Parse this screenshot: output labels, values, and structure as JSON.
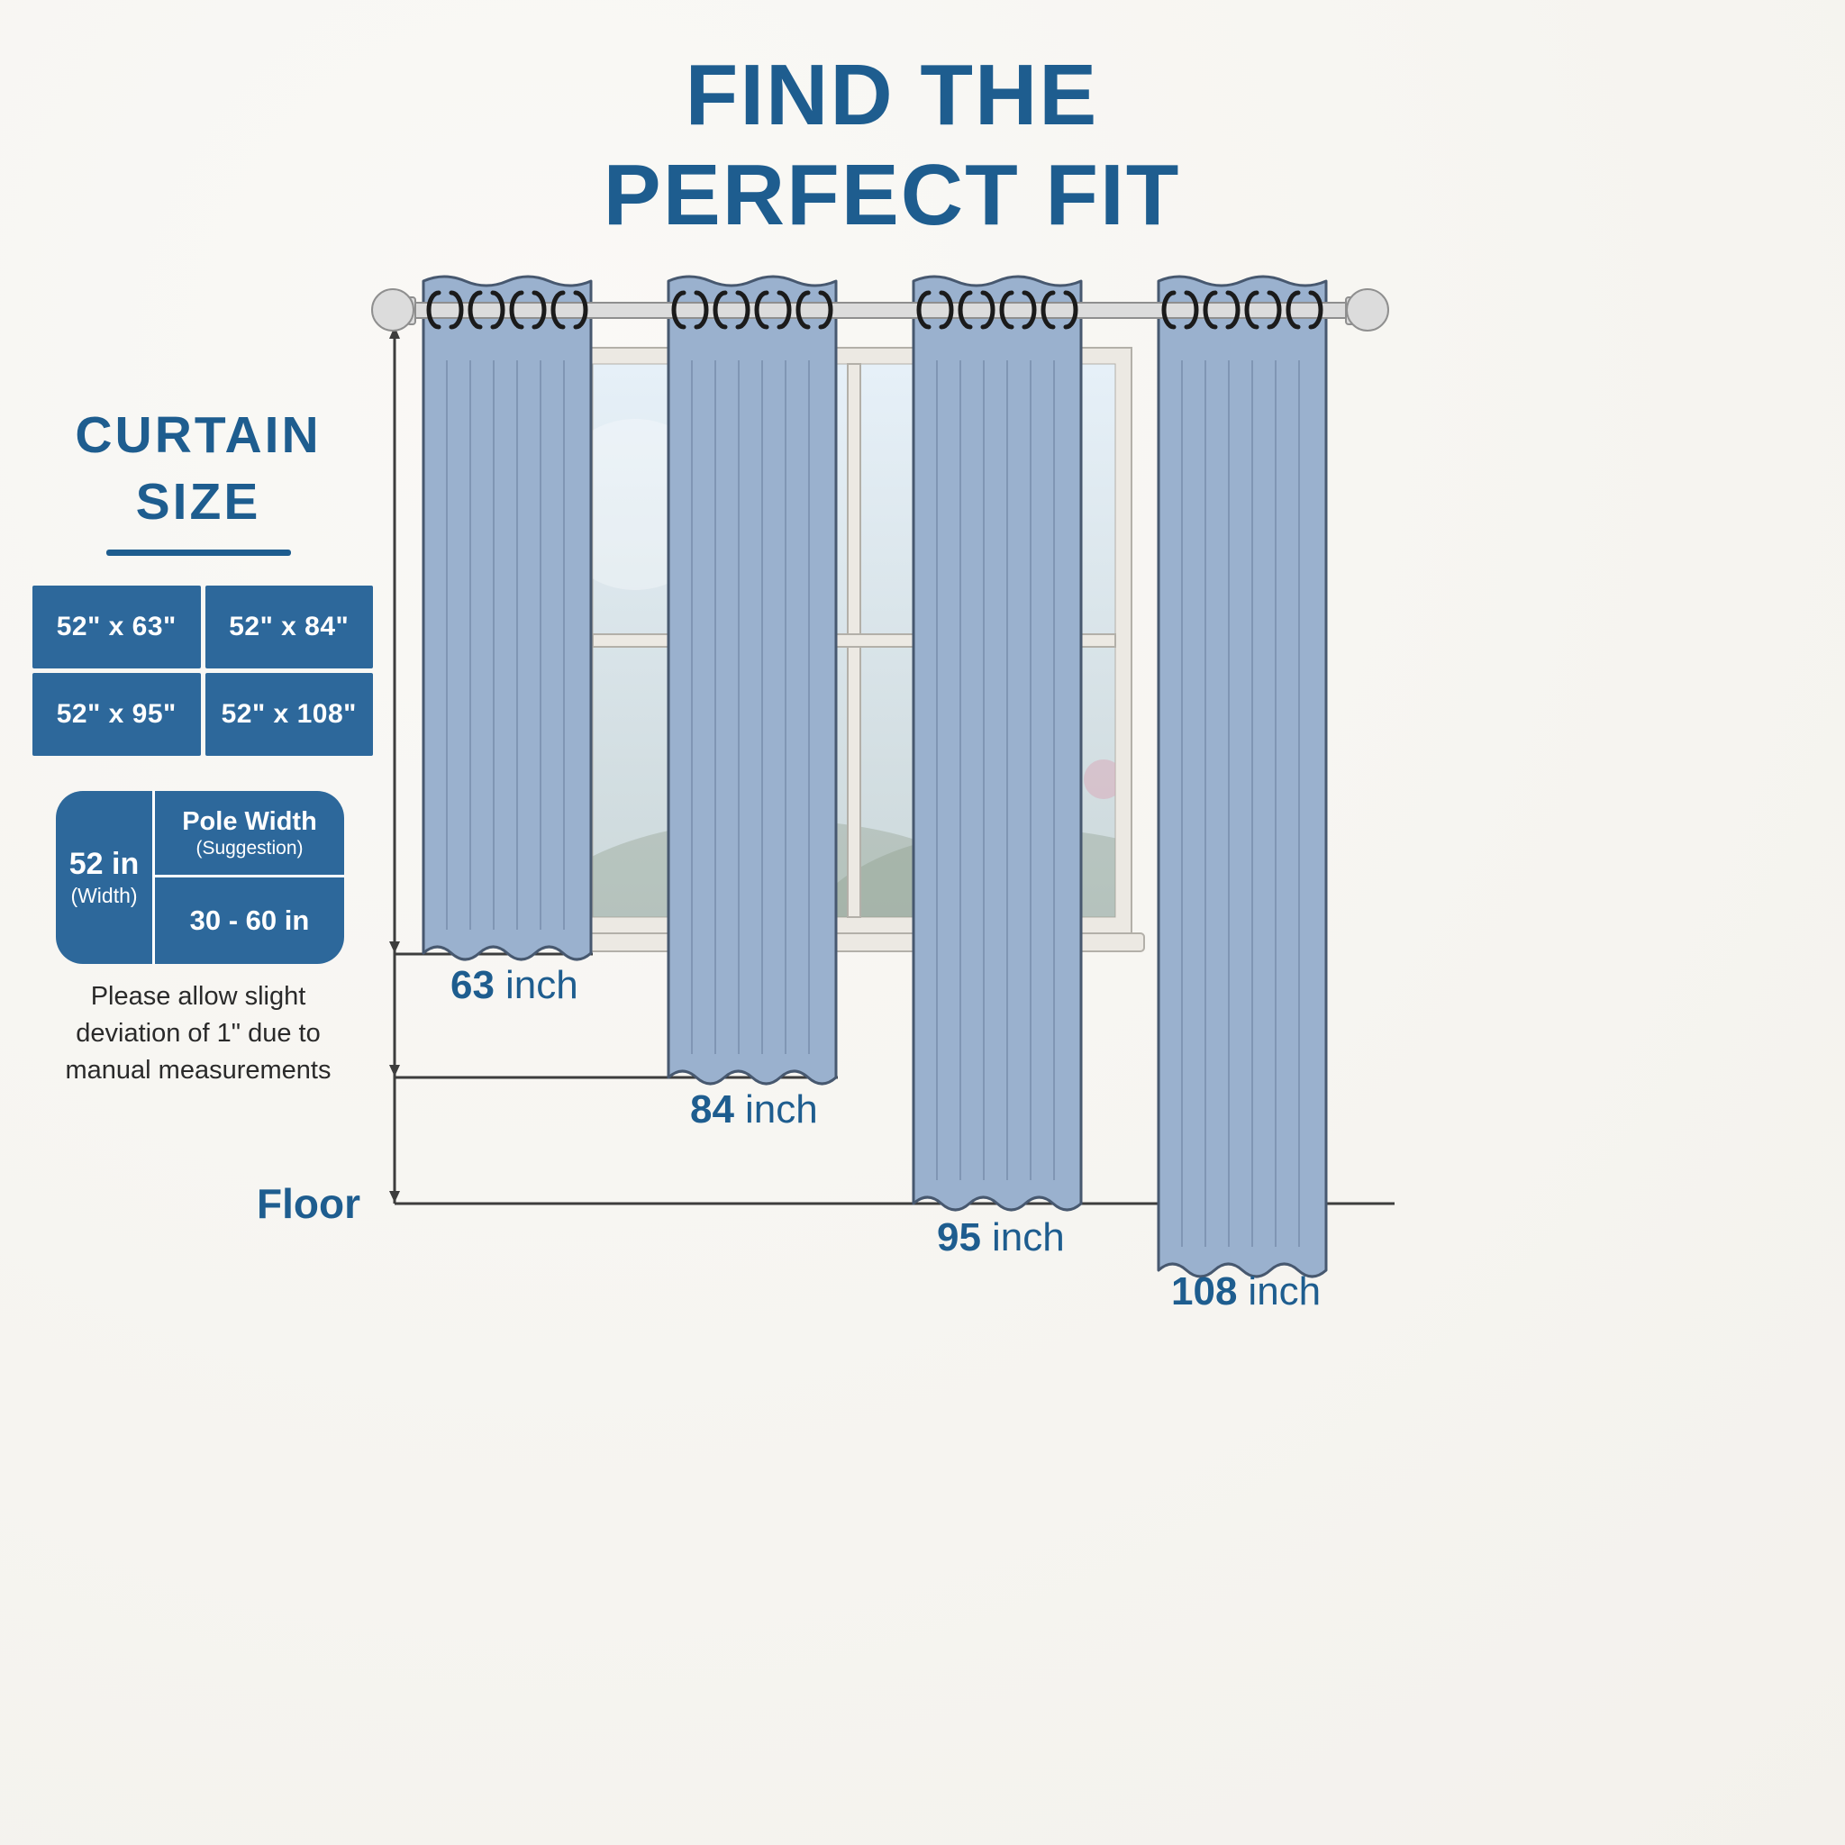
{
  "title": {
    "line1": "FIND THE",
    "line2": "PERFECT FIT"
  },
  "sidebar": {
    "heading_line1": "CURTAIN",
    "heading_line2": "SIZE",
    "size_table": {
      "cells": [
        "52\" x 63\"",
        "52\" x 84\"",
        "52\" x 95\"",
        "52\" x 108\""
      ]
    },
    "pole_box": {
      "width_value": "52 in",
      "width_label": "(Width)",
      "pole_width_title": "Pole Width",
      "pole_width_subtitle": "(Suggestion)",
      "pole_width_range": "30 - 60 in"
    },
    "note": {
      "line1": "Please allow slight",
      "line2": "deviation of 1\" due to",
      "line3": "manual measurements"
    }
  },
  "diagram": {
    "floor_label": "Floor",
    "measurements": [
      {
        "value": "63",
        "unit": "inch"
      },
      {
        "value": "84",
        "unit": "inch"
      },
      {
        "value": "95",
        "unit": "inch"
      },
      {
        "value": "108",
        "unit": "inch"
      }
    ]
  },
  "colors": {
    "accent_blue": "#1e5d8f",
    "panel_blue": "#2d689b",
    "curtain_blue": "#9ab1ce",
    "background": "#f5f3ef"
  }
}
